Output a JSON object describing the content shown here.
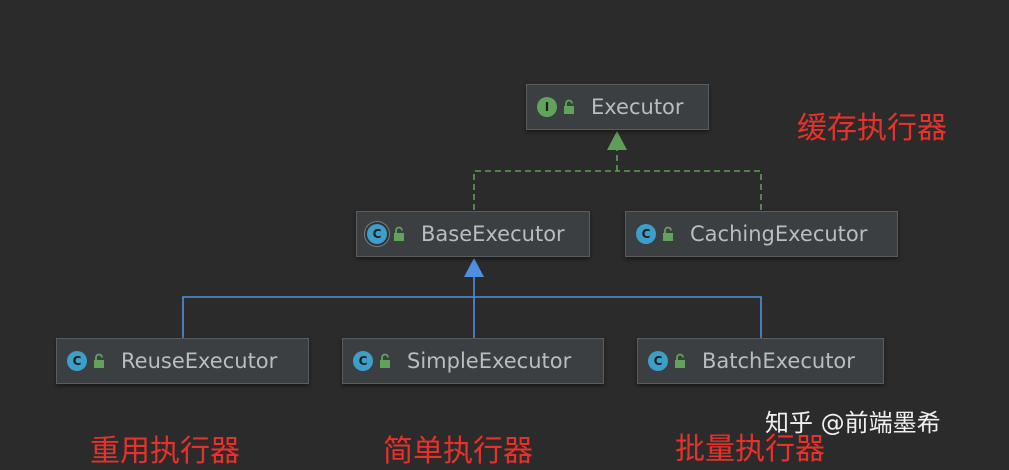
{
  "diagram": {
    "nodes": {
      "executor": {
        "label": "Executor",
        "badge": "I",
        "kind": "interface"
      },
      "base_executor": {
        "label": "BaseExecutor",
        "badge": "C",
        "kind": "abstract"
      },
      "caching_executor": {
        "label": "CachingExecutor",
        "badge": "C",
        "kind": "class"
      },
      "reuse_executor": {
        "label": "ReuseExecutor",
        "badge": "C",
        "kind": "class"
      },
      "simple_executor": {
        "label": "SimpleExecutor",
        "badge": "C",
        "kind": "class"
      },
      "batch_executor": {
        "label": "BatchExecutor",
        "badge": "C",
        "kind": "class"
      }
    },
    "edges": [
      {
        "from": "base_executor",
        "to": "executor",
        "type": "implements",
        "style": "dashed",
        "color": "#5f9e58"
      },
      {
        "from": "caching_executor",
        "to": "executor",
        "type": "implements",
        "style": "dashed",
        "color": "#5f9e58"
      },
      {
        "from": "reuse_executor",
        "to": "base_executor",
        "type": "extends",
        "style": "solid",
        "color": "#4e8fe0"
      },
      {
        "from": "simple_executor",
        "to": "base_executor",
        "type": "extends",
        "style": "solid",
        "color": "#4e8fe0"
      },
      {
        "from": "batch_executor",
        "to": "base_executor",
        "type": "extends",
        "style": "solid",
        "color": "#4e8fe0"
      }
    ],
    "annotations": {
      "caching": "缓存执行器",
      "reuse": "重用执行器",
      "simple": "简单执行器",
      "batch": "批量执行器"
    }
  },
  "watermark": "知乎 @前端墨希",
  "colors": {
    "background": "#2b2b2b",
    "node_fill": "#3c3f41",
    "interface_badge": "#62a35c",
    "class_badge": "#3d9fc9",
    "annotation": "#e8312a"
  }
}
